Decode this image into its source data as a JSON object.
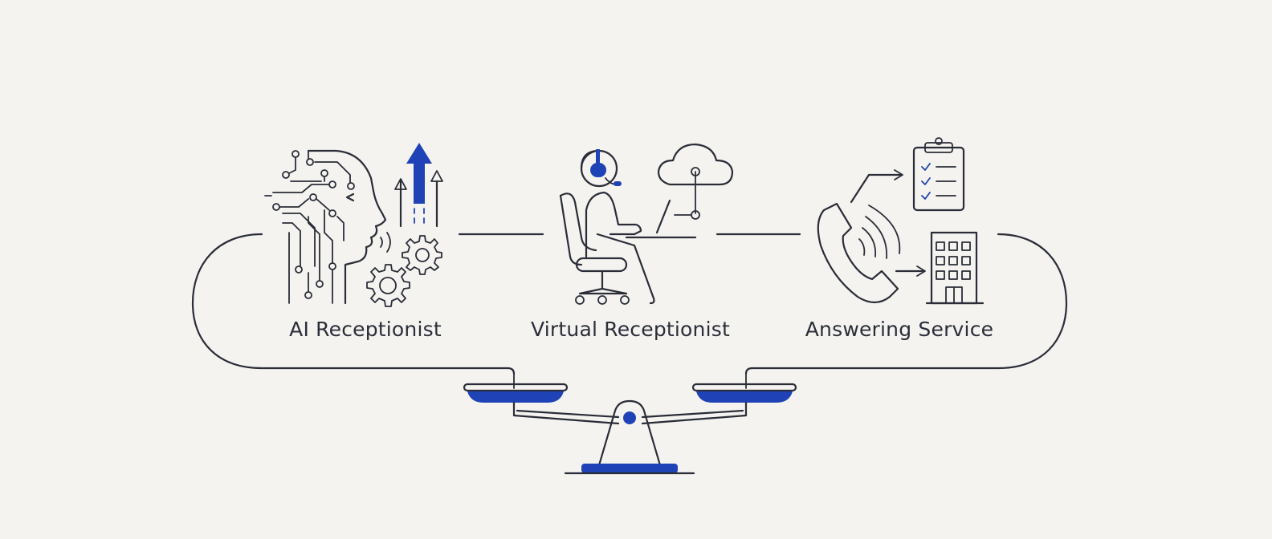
{
  "options": [
    {
      "label": "AI Receptionist",
      "icon": "ai-head-circuit-icon"
    },
    {
      "label": "Virtual Receptionist",
      "icon": "remote-worker-headset-icon"
    },
    {
      "label": "Answering Service",
      "icon": "phone-call-routing-icon"
    }
  ],
  "colors": {
    "background": "#f4f3ef",
    "ink": "#2a2d38",
    "accent": "#1f43b6"
  }
}
